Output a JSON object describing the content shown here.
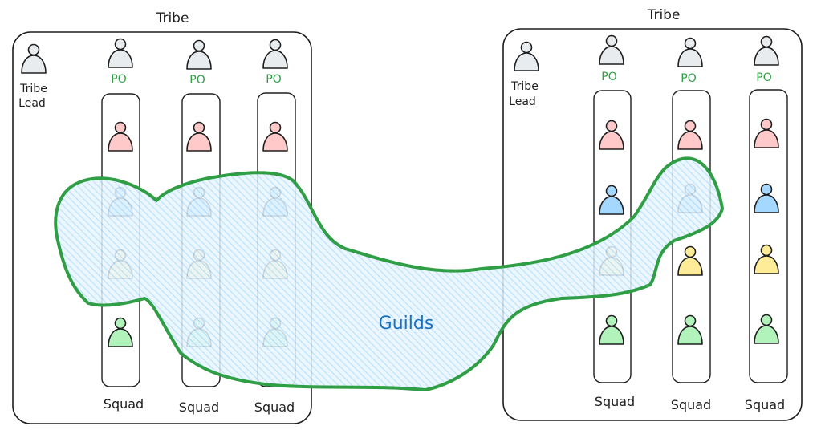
{
  "diagram": {
    "type": "org-structure",
    "colors": {
      "stroke": "#1e1e1e",
      "po_text": "#2f9e44",
      "guild_outline": "#2f9e44",
      "guild_fill": "#a5d8ff",
      "guild_label": "#1971c2",
      "person_gray": "#e9ecef",
      "person_red": "#ffc9c9",
      "person_blue": "#a5d8ff",
      "person_yellow": "#ffec99",
      "person_green": "#b2f2bb"
    },
    "tribes": [
      {
        "title": "Tribe",
        "lead_label_line1": "Tribe",
        "lead_label_line2": "Lead",
        "squads": [
          {
            "po_label": "PO",
            "label": "Squad",
            "members": [
              "red",
              "blue",
              "yellow",
              "green"
            ]
          },
          {
            "po_label": "PO",
            "label": "Squad",
            "members": [
              "red",
              "blue",
              "yellow",
              "green"
            ]
          },
          {
            "po_label": "PO",
            "label": "Squad",
            "members": [
              "red",
              "blue",
              "yellow",
              "green"
            ]
          }
        ]
      },
      {
        "title": "Tribe",
        "lead_label_line1": "Tribe",
        "lead_label_line2": "Lead",
        "squads": [
          {
            "po_label": "PO",
            "label": "Squad",
            "members": [
              "red",
              "blue",
              "yellow",
              "green"
            ]
          },
          {
            "po_label": "PO",
            "label": "Squad",
            "members": [
              "red",
              "blue",
              "yellow",
              "green"
            ]
          },
          {
            "po_label": "PO",
            "label": "Squad",
            "members": [
              "red",
              "blue",
              "yellow",
              "green"
            ]
          }
        ]
      }
    ],
    "guild": {
      "label": "Guilds"
    }
  }
}
